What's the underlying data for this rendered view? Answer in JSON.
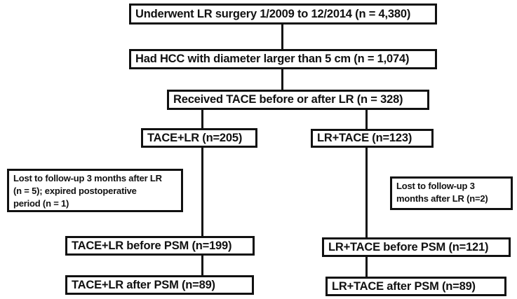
{
  "diagram": {
    "type": "flowchart",
    "colors": {
      "line": "#111111",
      "border": "#111111",
      "text": "#111111",
      "background": "#ffffff"
    },
    "nodes": {
      "underwent": {
        "label": "Underwent LR surgery 1/2009 to 12/2014 (n = 4,380)"
      },
      "hcc": {
        "label": "Had HCC with diameter larger than 5 cm (n = 1,074)"
      },
      "received_tace": {
        "label": "Received TACE before or after LR (n = 328)"
      },
      "tace_lr": {
        "label": "TACE+LR (n=205)"
      },
      "lr_tace": {
        "label": "LR+TACE (n=123)"
      },
      "note_left": {
        "lines": [
          "Lost to follow-up 3 months after LR",
          "(n = 5); expired postoperative",
          "period (n = 1)"
        ]
      },
      "note_right": {
        "lines": [
          "Lost to follow-up 3",
          "months after LR (n=2)"
        ]
      },
      "tace_lr_before_psm": {
        "label": "TACE+LR before PSM (n=199)"
      },
      "lr_tace_before_psm": {
        "label": "LR+TACE before PSM (n=121)"
      },
      "tace_lr_after_psm": {
        "label": "TACE+LR after PSM (n=89)"
      },
      "lr_tace_after_psm": {
        "label": "LR+TACE after PSM (n=89)"
      }
    }
  }
}
